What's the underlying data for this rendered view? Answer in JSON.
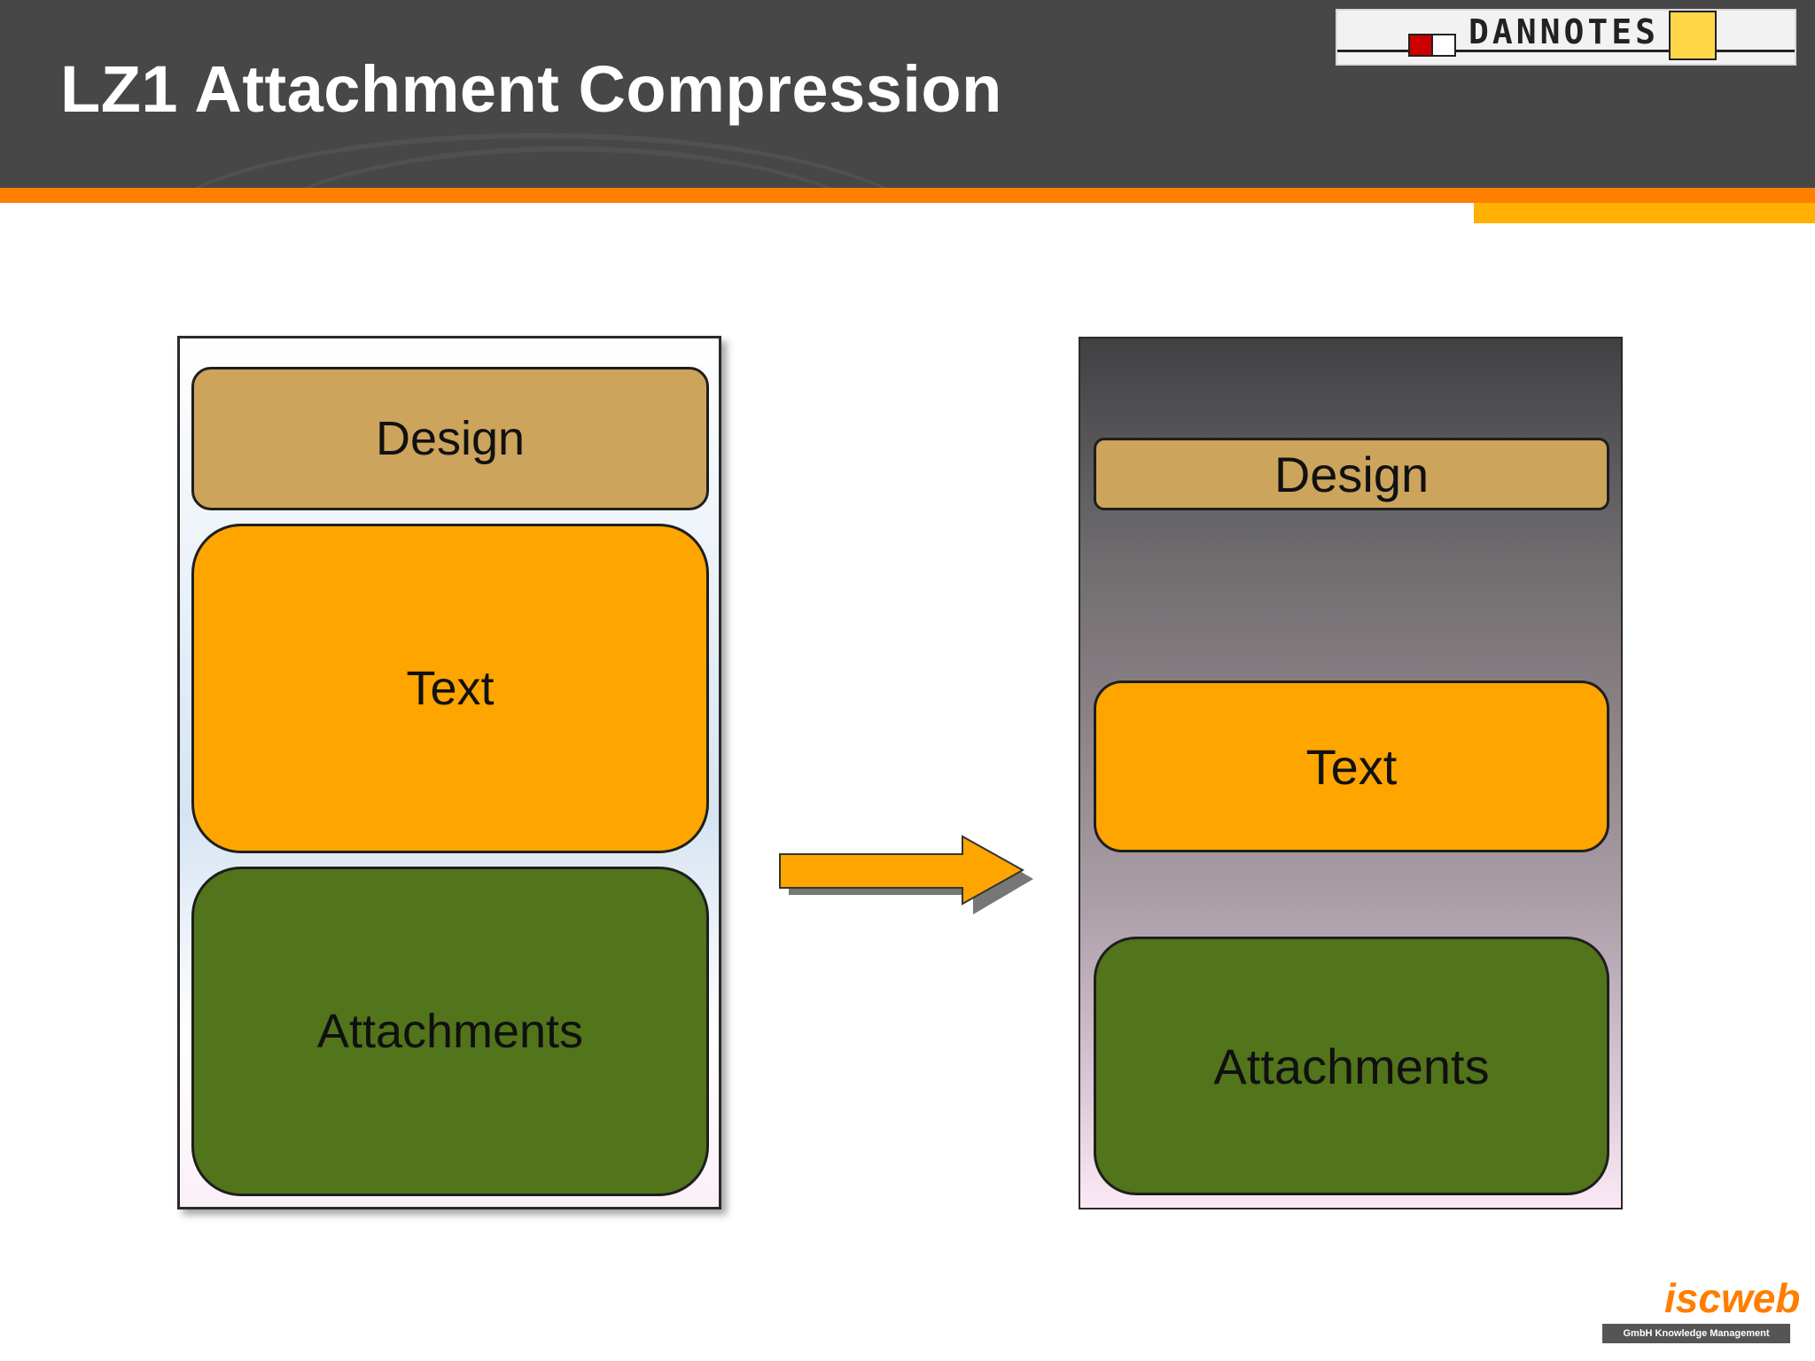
{
  "slide": {
    "title": "LZ1 Attachment Compression"
  },
  "logos": {
    "top_right_wordmark": "DANNOTES",
    "bottom_right_wordmark": "iscweb",
    "bottom_right_tagline": "GmbH Knowledge Management"
  },
  "diagram": {
    "before": {
      "blocks": [
        {
          "label": "Design"
        },
        {
          "label": "Text"
        },
        {
          "label": "Attachments"
        }
      ]
    },
    "after": {
      "blocks": [
        {
          "label": "Design"
        },
        {
          "label": "Text"
        },
        {
          "label": "Attachments"
        }
      ]
    }
  },
  "colors": {
    "header": "#474747",
    "accent_orange": "#ff7e00",
    "design_block": "#cca45c",
    "text_block": "#ffa500",
    "attachments_block": "#52741a",
    "arrow": "#ffa500"
  }
}
